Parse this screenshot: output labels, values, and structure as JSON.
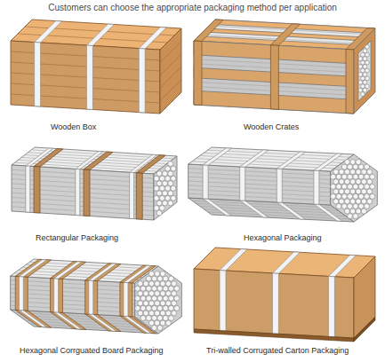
{
  "diagram": {
    "title": "Customers can choose the appropriate packaging method per application",
    "labels": [
      "Wooden Box",
      "Wooden Crates",
      "Rectangular Packaging",
      "Hexagonal Packaging",
      "Hexagonal Corrguated Board Packaging",
      "Tri-walled Corrugated Carton Packaging"
    ]
  }
}
